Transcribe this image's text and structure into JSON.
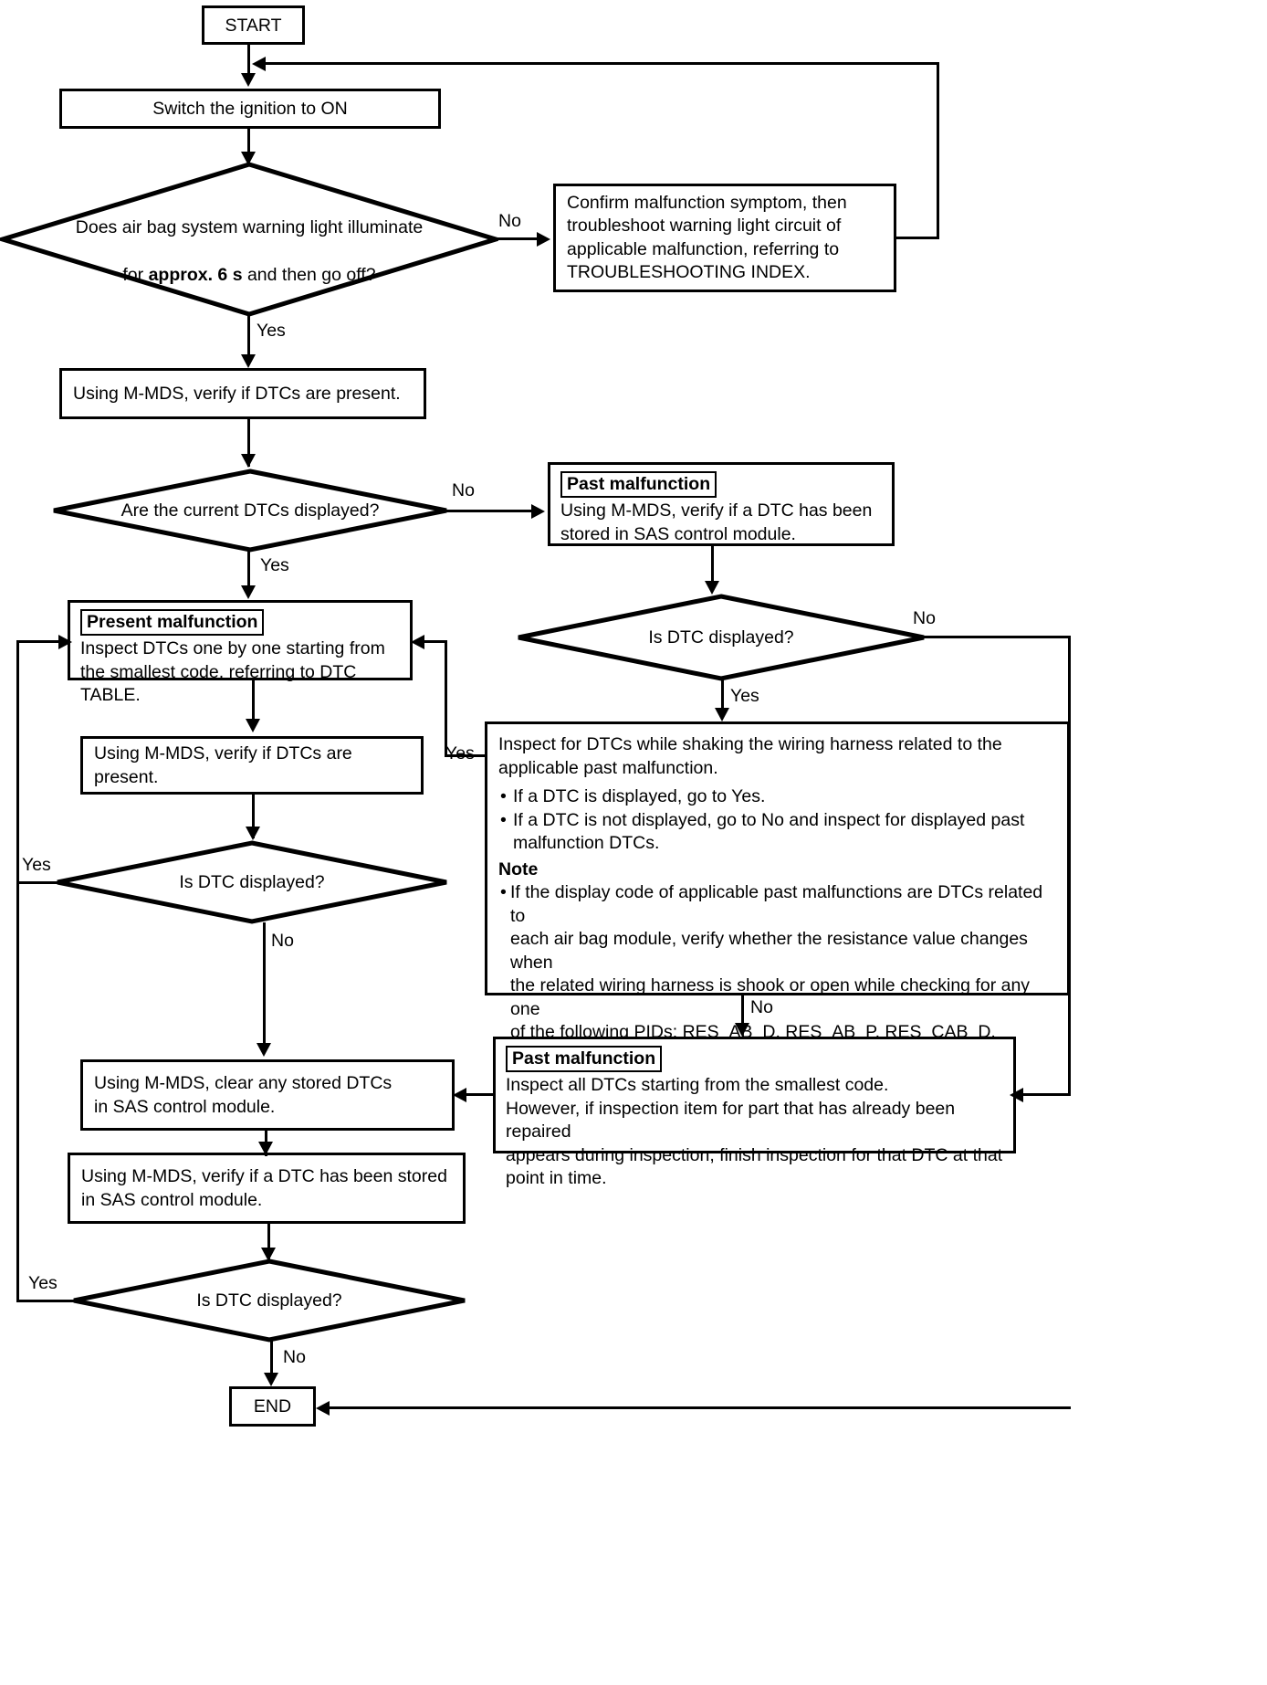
{
  "diagram": {
    "title": "Air bag system diagnostic flowchart",
    "type": "flowchart",
    "stroke_color": "#000000",
    "background_color": "#ffffff"
  },
  "nodes": {
    "start": {
      "label": "START"
    },
    "ignition": {
      "label": "Switch the ignition to ON"
    },
    "warning_light_q": {
      "label": "Does air bag system warning light illuminate\nfor approx. 6 s and then go off?",
      "bold_fragment": "approx. 6 s"
    },
    "confirm_symptom": {
      "label": "Confirm malfunction symptom, then\ntroubleshoot warning light circuit of\napplicable malfunction, referring to\nTROUBLESHOOTING INDEX."
    },
    "verify_dtcs_1": {
      "label": "Using M-MDS, verify if DTCs are present."
    },
    "current_dtcs_q": {
      "label": "Are the current DTCs displayed?"
    },
    "past_malfunction_1": {
      "tag": "Past malfunction",
      "body": "Using M-MDS, verify if a DTC has been\nstored in SAS control module."
    },
    "is_dtc_displayed_q1": {
      "label": "Is DTC displayed?"
    },
    "present_malfunction": {
      "tag": "Present malfunction",
      "body": "Inspect DTCs one by one starting from\nthe smallest code, referring to DTC TABLE."
    },
    "verify_dtcs_2": {
      "label": "Using M-MDS, verify if DTCs are present."
    },
    "is_dtc_displayed_q2": {
      "label": "Is DTC displayed?"
    },
    "shake_harness": {
      "intro": "Inspect for DTCs while shaking the wiring harness related to the\napplicable past malfunction.",
      "bullets": [
        "If a DTC is displayed, go to Yes.",
        "If a DTC is not displayed, go to No and inspect for displayed past\nmalfunction DTCs."
      ],
      "note_head": "Note",
      "note_bullets": [
        "If the display code of applicable past malfunctions are DTCs related to\neach air bag module, verify whether the resistance value changes when\nthe related wiring harness is shook or open while checking for any one\nof the following PIDs: RES_AB_D, RES_AB_P, RES_CAB_D,\nRES_CAB_P, RES_PT_D, RES_PT_P, RES_SAB_D, or RES_SAB_P."
      ]
    },
    "past_malfunction_2": {
      "tag": "Past malfunction",
      "body": "Inspect all DTCs starting from the smallest code.\nHowever, if inspection item for part that has already been repaired\nappears during inspection, finish inspection for that DTC at that\npoint in time."
    },
    "clear_dtcs": {
      "label": "Using M-MDS, clear any stored DTCs\nin SAS control module."
    },
    "verify_stored_dtc": {
      "label": "Using M-MDS, verify if a DTC has been stored\nin SAS control module."
    },
    "is_dtc_displayed_q3": {
      "label": "Is DTC displayed?"
    },
    "end": {
      "label": "END"
    }
  },
  "edge_labels": {
    "no_warning": "No",
    "yes_warning": "Yes",
    "no_current": "No",
    "yes_current": "Yes",
    "no_dtc1": "No",
    "yes_dtc1": "Yes",
    "yes_dtc2": "Yes",
    "no_dtc2": "No",
    "yes_shake": "Yes",
    "no_shake": "No",
    "yes_dtc3": "Yes",
    "no_dtc3": "No"
  }
}
